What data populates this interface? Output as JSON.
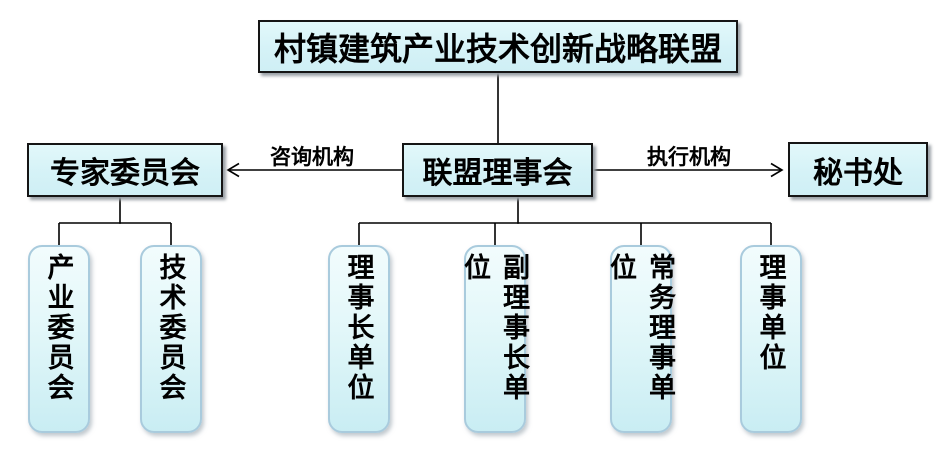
{
  "diagram": {
    "root": {
      "label": "村镇建筑产业技术创新战略联盟"
    },
    "expert": {
      "label": "专家委员会"
    },
    "council": {
      "label": "联盟理事会"
    },
    "secretariat": {
      "label": "秘书处"
    },
    "edges": {
      "advisory_label": "咨询机构",
      "executive_label": "执行机构"
    },
    "expert_children": [
      {
        "label": "产业委员会"
      },
      {
        "label": "技术委员会"
      }
    ],
    "council_children": [
      {
        "label": "理事长单位"
      },
      {
        "label": "副理事长单位"
      },
      {
        "label": "常务理事单位"
      },
      {
        "label": "理事单位"
      }
    ],
    "colors": {
      "rect_fill": "#d5f2f7",
      "rect_border": "#151515",
      "pill_fill_top": "#f2fcfd",
      "pill_fill_bottom": "#c9edf3",
      "pill_border": "#a9cbdd",
      "line": "#000000"
    }
  }
}
